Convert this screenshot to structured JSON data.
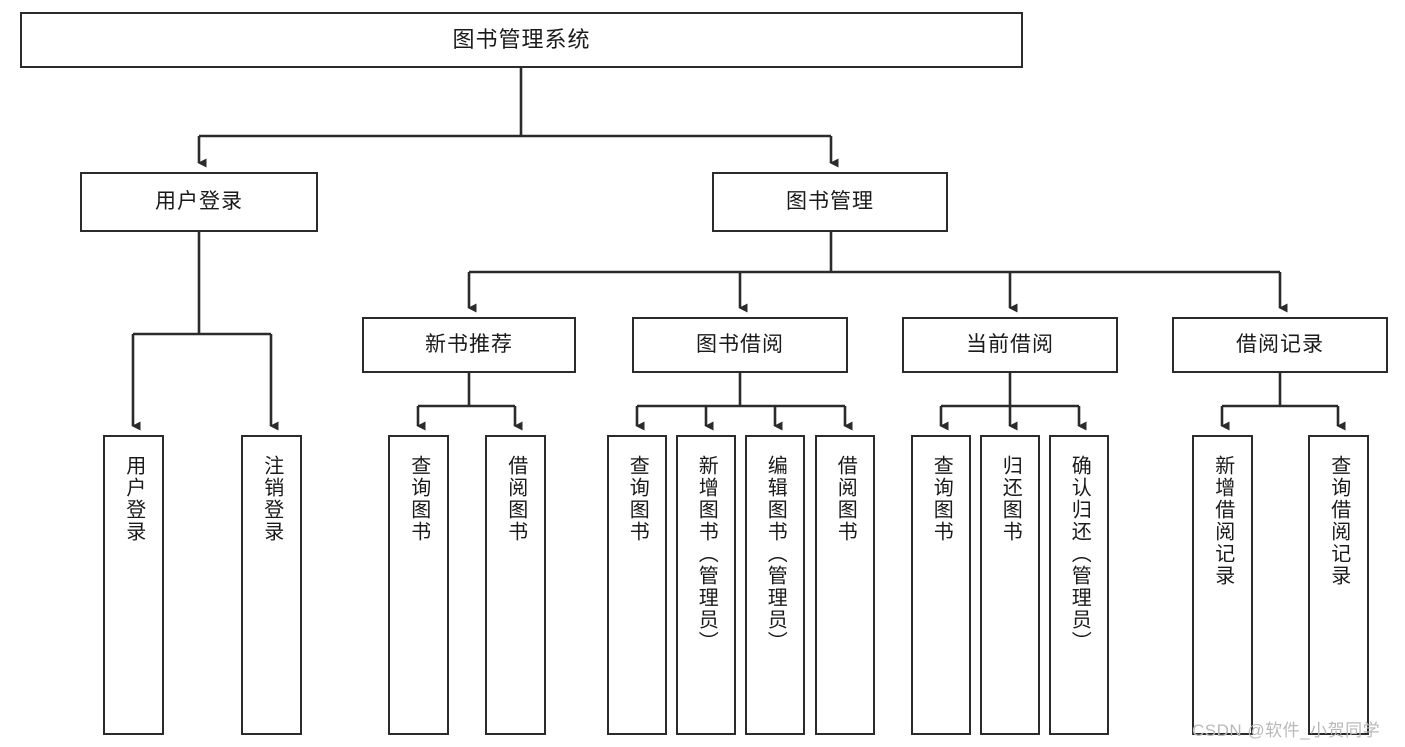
{
  "diagram": {
    "title": "图书管理系统",
    "type": "tree-hierarchy-diagram",
    "watermark": "CSDN @软件_小贺同学",
    "colors": {
      "stroke": "#2b2b2b",
      "fill": "#ffffff",
      "text": "#1a1a1a",
      "watermark": "#b9b9b9"
    },
    "nodes": {
      "root": {
        "label": "图书管理系统"
      },
      "level2": [
        {
          "id": "user-login",
          "label": "用户登录"
        },
        {
          "id": "book-management",
          "label": "图书管理"
        }
      ],
      "level3": [
        {
          "id": "new-book-recommend",
          "label": "新书推荐"
        },
        {
          "id": "book-borrow",
          "label": "图书借阅"
        },
        {
          "id": "current-borrow",
          "label": "当前借阅"
        },
        {
          "id": "borrow-record",
          "label": "借阅记录"
        }
      ],
      "leaves": {
        "user_login": [
          {
            "id": "leaf-user-login",
            "label": "用户登录"
          },
          {
            "id": "leaf-logout-login",
            "label": "注销登录"
          }
        ],
        "new_book_recommend": [
          {
            "id": "leaf-query-book-1",
            "label": "查询图书"
          },
          {
            "id": "leaf-borrow-book-1",
            "label": "借阅图书"
          }
        ],
        "book_borrow": [
          {
            "id": "leaf-query-book-2",
            "label": "查询图书"
          },
          {
            "id": "leaf-add-book",
            "label": "新增图书（管理员）"
          },
          {
            "id": "leaf-edit-book",
            "label": "编辑图书（管理员）"
          },
          {
            "id": "leaf-borrow-book-2",
            "label": "借阅图书"
          }
        ],
        "current_borrow": [
          {
            "id": "leaf-query-book-3",
            "label": "查询图书"
          },
          {
            "id": "leaf-return-book",
            "label": "归还图书"
          },
          {
            "id": "leaf-confirm-return",
            "label": "确认归还（管理员）"
          }
        ],
        "borrow_record": [
          {
            "id": "leaf-add-record",
            "label": "新增借阅记录"
          },
          {
            "id": "leaf-query-record",
            "label": "查询借阅记录"
          }
        ]
      }
    }
  }
}
